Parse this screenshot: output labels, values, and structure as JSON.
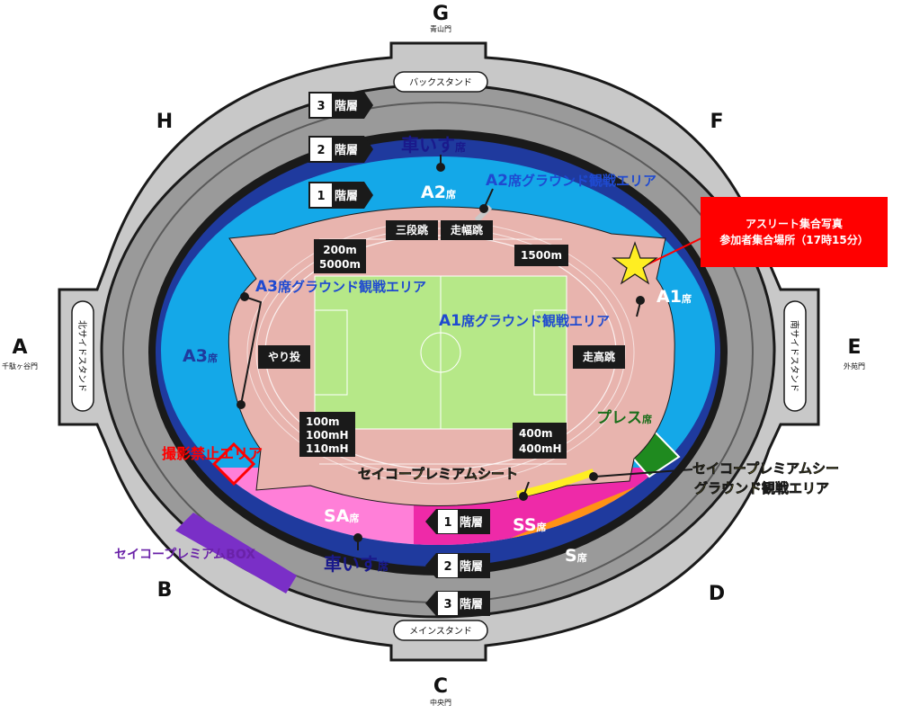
{
  "gates": {
    "g": {
      "letter": "G",
      "name": "青山門"
    },
    "a": {
      "letter": "A",
      "name": "千駄ヶ谷門"
    },
    "e": {
      "letter": "E",
      "name": "外苑門"
    },
    "c": {
      "letter": "C",
      "name": "中央門"
    },
    "h": {
      "letter": "H"
    },
    "f": {
      "letter": "F"
    },
    "b": {
      "letter": "B"
    },
    "d": {
      "letter": "D"
    }
  },
  "stands": {
    "back": "バックスタンド",
    "main": "メインスタンド",
    "north": "北サイドスタンド",
    "south": "南サイドスタンド"
  },
  "levels": {
    "back": [
      "3",
      "2",
      "1"
    ],
    "main": [
      "1",
      "2",
      "3"
    ],
    "suffix": "階層"
  },
  "seats": {
    "a1": {
      "name": "A1",
      "suffix": "席"
    },
    "a2": {
      "name": "A2",
      "suffix": "席"
    },
    "a3": {
      "name": "A3",
      "suffix": "席"
    },
    "sa": {
      "name": "SA",
      "suffix": "席"
    },
    "ss": {
      "name": "SS",
      "suffix": "席"
    },
    "s": {
      "name": "S",
      "suffix": "席"
    },
    "press": {
      "name": "プレス",
      "suffix": "席"
    },
    "wheel_top": {
      "name": "車いす",
      "suffix": "席"
    },
    "wheel_bottom": {
      "name": "車いす",
      "suffix": "席"
    }
  },
  "areas": {
    "a1_ground": {
      "name": "A1",
      "suffix": "席グラウンド観戦エリア"
    },
    "a2_ground": {
      "name": "A2",
      "suffix": "席グラウンド観戦エリア"
    },
    "a3_ground": {
      "name": "A3",
      "suffix": "席グラウンド観戦エリア"
    },
    "no_photo": "撮影禁止エリア",
    "seiko_seat": "セイコープレミアムシート",
    "seiko_ground_1": "セイコープレミアムシー",
    "seiko_ground_2": "グラウンド観戦エリア",
    "seiko_box": "セイコープレミアムBOX"
  },
  "events": {
    "triple_jump": "三段跳",
    "long_jump": "走幅跳",
    "javelin": "やり投",
    "high_jump": "走高跳",
    "start_200_1": "200m",
    "start_200_2": "5000m",
    "start_1500": "1500m",
    "start_100_1": "100m",
    "start_100_2": "100mH",
    "start_100_3": "110mH",
    "start_400_1": "400m",
    "start_400_2": "400mH"
  },
  "callout": {
    "line1": "アスリート集合写真",
    "line2": "参加者集合場所（17時15分）"
  },
  "colors": {
    "outer_gray": "#c8c8c8",
    "concourse": "#9a9a9a",
    "ring_dark": "#1a1a1a",
    "seat_blue": "#14a8e8",
    "seat_navy": "#1f3a9e",
    "track": "#e8b4ae",
    "field": "#b6e888",
    "pink": "#ff7fd8",
    "magenta": "#ee2aa8",
    "orange": "#ff9215",
    "press_green": "#1f8a1f",
    "purple": "#7a2fc7",
    "seiko_yellow": "#ffee22",
    "alert_red": "#ff0000",
    "label_blue": "#1f4ad0",
    "label_navy": "#1a1a8c",
    "label_green": "#1a6e1a",
    "label_purple": "#6a22a8"
  },
  "icons": {
    "star": "star-icon",
    "pin": "pin-marker-icon",
    "arrow": "arrow-icon"
  }
}
